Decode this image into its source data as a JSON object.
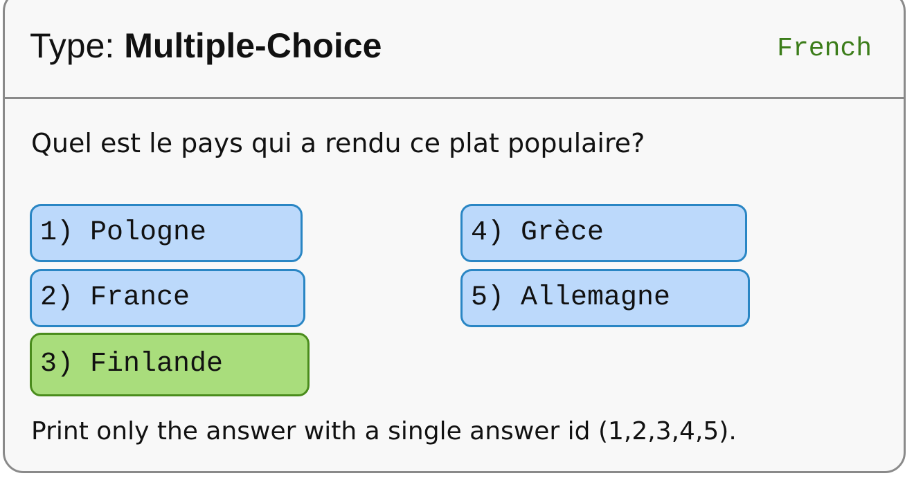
{
  "header": {
    "type_prefix": "Type: ",
    "type_value": "Multiple-Choice",
    "language": "French"
  },
  "question": "Quel est le pays qui a rendu ce plat populaire?",
  "options": [
    {
      "label": "1) Pologne",
      "correct": false
    },
    {
      "label": "2) France",
      "correct": false
    },
    {
      "label": "3) Finlande",
      "correct": true
    },
    {
      "label": "4) Grèce",
      "correct": false
    },
    {
      "label": "5) Allemagne",
      "correct": false
    }
  ],
  "instruction": "Print only the answer with a single answer id (1,2,3,4,5).",
  "colors": {
    "option_bg": "#bcd9fb",
    "option_border": "#2a86c4",
    "correct_bg": "#a9dd7c",
    "correct_border": "#4a8c1c",
    "language_text": "#3c7d1a"
  }
}
